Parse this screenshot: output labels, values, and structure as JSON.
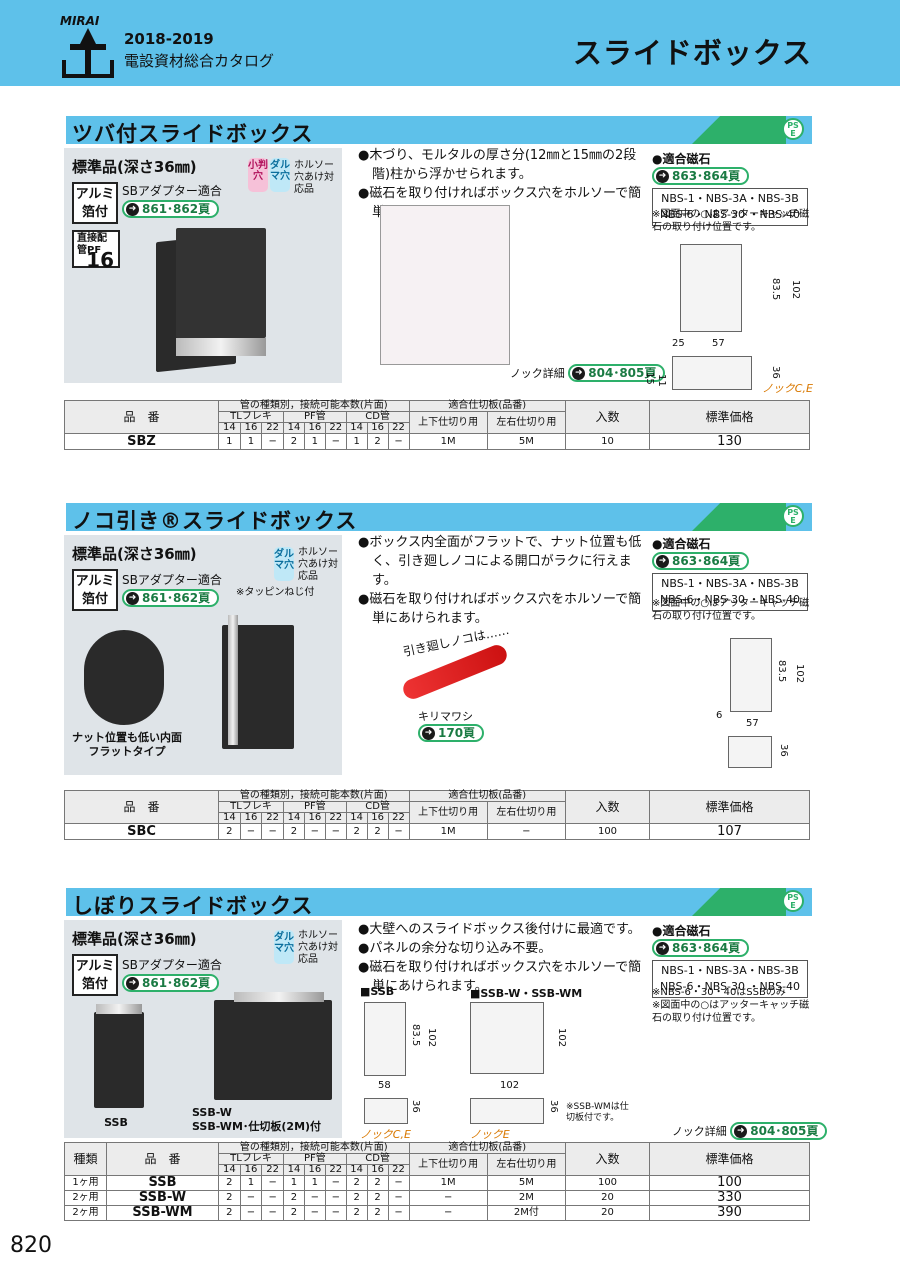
{
  "header": {
    "brand": "MIRAI",
    "year": "2018-2019",
    "catalog": "電設資材総合カタログ",
    "title": "スライドボックス"
  },
  "pse_mark": "PS E",
  "sections": [
    {
      "title": "ツバ付スライドボックス",
      "standard": "標準品(深さ36㎜)",
      "alu": [
        "アルミ",
        "箔付"
      ],
      "sb": "SBアダプター適合",
      "sb_ref": "861･862頁",
      "tags": [
        "小判穴",
        "ダルマ穴"
      ],
      "hole": "ホルソー穴あけ対応品",
      "pf": "直接配管PF",
      "pf_num": "16",
      "bullets": [
        "●木づり、モルタルの厚さ分(12㎜と15㎜の2段階)柱から浮かせられます。",
        "●磁石を取り付ければボックス穴をホルソーで簡単にあけられます。"
      ],
      "magnet_head": "●適合磁石",
      "magnet_ref": "863･864頁",
      "magnets": [
        "NBS-1・NBS-3A・NBS-3B",
        "NBS-6・NBS-30 ・NBS-40"
      ],
      "note": "※図面中の○はアッターキャッチ磁石の取り付け位置です。",
      "knock_detail": "ノック詳細",
      "knock_ref": "804･805頁",
      "knock": "ノックC,E",
      "dims": [
        "83.5",
        "102",
        "25",
        "57",
        "36",
        "15",
        "11"
      ]
    },
    {
      "title": "ノコ引き®スライドボックス",
      "standard": "標準品(深さ36㎜)",
      "alu": [
        "アルミ",
        "箔付"
      ],
      "sb": "SBアダプター適合",
      "sb_ref": "861･862頁",
      "tags": [
        "ダルマ穴"
      ],
      "hole": "ホルソー穴あけ対応品",
      "tapping": "※タッピンねじ付",
      "caption": "ナット位置も低い内面フラットタイプ",
      "bullets": [
        "●ボックス内全面がフラットで、ナット位置も低く、引き廻しノコによる開口がラクに行えます。",
        "●磁石を取り付ければボックス穴をホルソーで簡単にあけられます。"
      ],
      "saw_label": "引き廻しノコは……",
      "kirimawashi": "キリマワシ",
      "kiri_ref": "170頁",
      "magnet_head": "●適合磁石",
      "magnet_ref": "863･864頁",
      "magnets": [
        "NBS-1・NBS-3A・NBS-3B",
        "NBS-6・NBS-30 ・NBS-40"
      ],
      "note": "※図面中の○はアッターキャッチ磁石の取り付け位置です。",
      "dims": [
        "83.5",
        "102",
        "57",
        "6",
        "36"
      ]
    },
    {
      "title": "しぼりスライドボックス",
      "standard": "標準品(深さ36㎜)",
      "alu": [
        "アルミ",
        "箔付"
      ],
      "sb": "SBアダプター適合",
      "sb_ref": "861･862頁",
      "tags": [
        "ダルマ穴"
      ],
      "hole": "ホルソー穴あけ対応品",
      "label_ssb": "SSB",
      "label_ssbw": "SSB-W\nSSB-WM･仕切板(2M)付",
      "bullets": [
        "●大壁へのスライドボックス後付けに最適です。",
        "●パネルの余分な切り込み不要。",
        "●磁石を取り付ければボックス穴をホルソーで簡単にあけられます。"
      ],
      "draw_ssb": "■SSB",
      "draw_ssbw": "■SSB-W・SSB-WM",
      "knock_ce": "ノックC,E",
      "knock_e": "ノックE",
      "wm_note": "※SSB-WMは仕切板付です。",
      "magnet_head": "●適合磁石",
      "magnet_ref": "863･864頁",
      "magnets": [
        "NBS-1・NBS-3A・NBS-3B",
        "NBS-6・NBS-30 ・NBS-40"
      ],
      "note2": "※NBS-6・30・40はSSBのみ",
      "note": "※図面中の○はアッターキャッチ磁石の取り付け位置です。",
      "knock_detail": "ノック詳細",
      "knock_ref": "804･805頁",
      "dims": [
        "83.5",
        "102",
        "58",
        "36",
        "102",
        "36"
      ]
    }
  ],
  "table_head": {
    "type": "種類",
    "product": "品　番",
    "pipe": "管の種類別，接続可能本数(片面)",
    "tl": "TLフレキ",
    "pf": "PF管",
    "cd": "CD管",
    "sizes": [
      "14",
      "16",
      "22",
      "14",
      "16",
      "22",
      "14",
      "16",
      "22"
    ],
    "partition": "適合仕切板(品番)",
    "ud": "上下仕切り用",
    "lr": "左右仕切り用",
    "qty": "入数",
    "price": "標準価格"
  },
  "tables": [
    {
      "rows": [
        {
          "name": "SBZ",
          "cells": [
            "1",
            "1",
            "−",
            "2",
            "1",
            "−",
            "1",
            "2",
            "−"
          ],
          "ud": "1M",
          "lr": "5M",
          "qty": "10",
          "price": "130"
        }
      ]
    },
    {
      "rows": [
        {
          "name": "SBC",
          "cells": [
            "2",
            "−",
            "−",
            "2",
            "−",
            "−",
            "2",
            "2",
            "−"
          ],
          "ud": "1M",
          "lr": "−",
          "qty": "100",
          "price": "107"
        }
      ]
    },
    {
      "rows": [
        {
          "type": "1ヶ用",
          "name": "SSB",
          "cells": [
            "2",
            "1",
            "−",
            "1",
            "1",
            "−",
            "2",
            "2",
            "−"
          ],
          "ud": "1M",
          "lr": "5M",
          "qty": "100",
          "price": "100"
        },
        {
          "type": "2ヶ用",
          "name": "SSB-W",
          "cells": [
            "2",
            "−",
            "−",
            "2",
            "−",
            "−",
            "2",
            "2",
            "−"
          ],
          "ud": "−",
          "lr": "2M",
          "qty": "20",
          "price": "330"
        },
        {
          "type": "2ヶ用",
          "name": "SSB-WM",
          "cells": [
            "2",
            "−",
            "−",
            "2",
            "−",
            "−",
            "2",
            "2",
            "−"
          ],
          "ud": "−",
          "lr": "2M付",
          "qty": "20",
          "price": "390"
        }
      ]
    }
  ],
  "page_number": "820"
}
